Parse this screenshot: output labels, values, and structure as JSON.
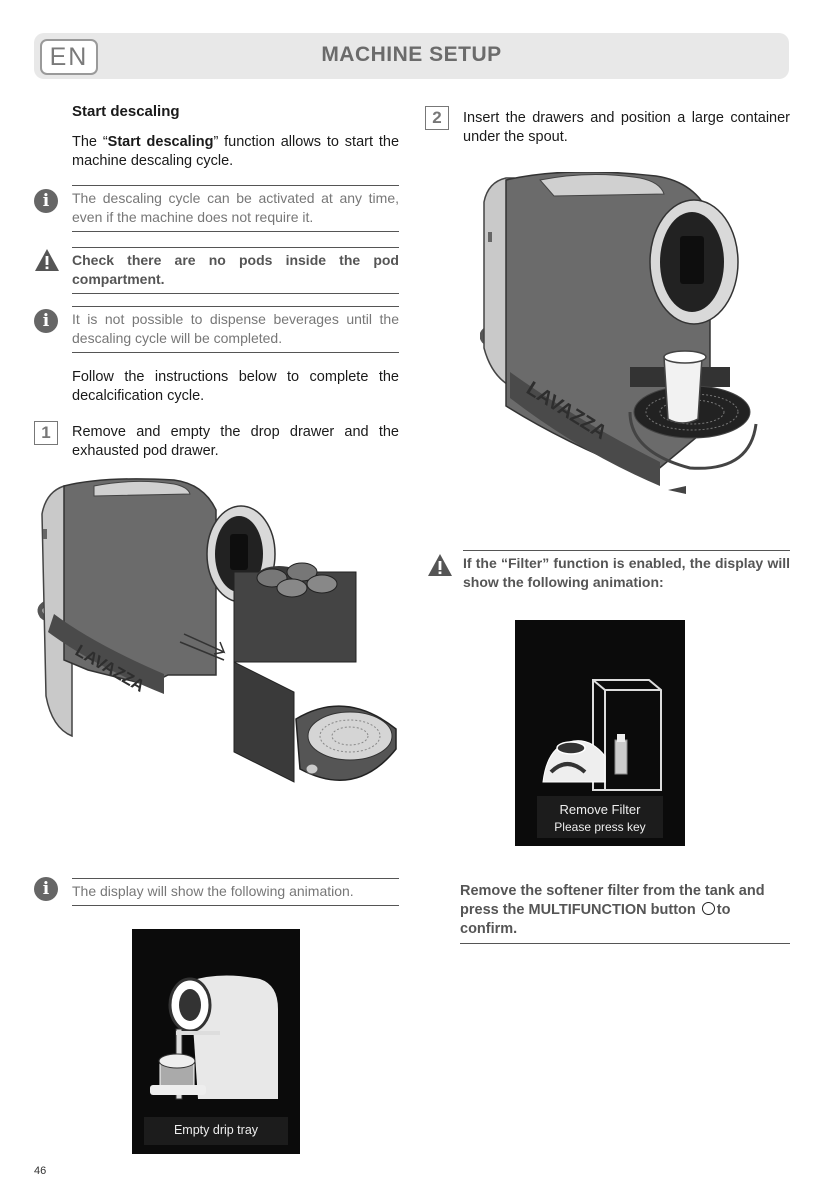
{
  "header": {
    "lang": "EN",
    "title": "MACHINE SETUP"
  },
  "left": {
    "heading": "Start descaling",
    "intro_pre": "The “",
    "intro_bold": "Start descaling",
    "intro_post": "” function allows to start the machine descaling cycle.",
    "note1": "The descaling cycle can be activated at any time, even if the machine does not require it.",
    "warn1": "Check there are no pods inside the pod compartment.",
    "note2": "It is not possible to dispense beverages until the descaling cycle will be completed.",
    "follow": "Follow the instructions below to complete the decalcification cycle.",
    "step1_num": "1",
    "step1_text": "Remove and empty the drop drawer and the exhausted pod drawer.",
    "note3": "The display will show the following animation.",
    "screen_caption": "Empty drip tray",
    "machine_brand": "LAVAZZA"
  },
  "right": {
    "step2_num": "2",
    "step2_text": "Insert the drawers and position a large container under the spout.",
    "warn2": "If the “Filter” function is enabled, the display will show the following animation:",
    "screen_line1": "Remove Filter",
    "screen_line2": "Please press key",
    "confirm_pre": "Remove the softener filter from the tank and press the MULTIFUNCTION button",
    "confirm_post": "to confirm.",
    "machine_brand": "LAVAZZA"
  },
  "footer": {
    "page_number": "46"
  },
  "icons": {
    "info": "info-icon",
    "warning": "warning-icon",
    "button": "multifunction-button-icon"
  }
}
